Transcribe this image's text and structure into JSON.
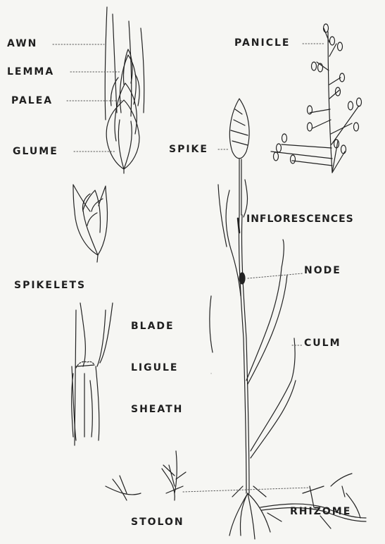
{
  "labels": {
    "awn": "AWN",
    "lemma": "LEMMA",
    "palea": "PALEA",
    "glume": "GLUME",
    "panicle": "PANICLE",
    "spike": "SPIKE",
    "inflorescences": "INFLORESCENCES",
    "spikelets": "SPIKELETS",
    "node": "NODE",
    "blade": "BLADE",
    "ligule": "LIGULE",
    "sheath": "SHEATH",
    "culm": "CULM",
    "stolon": "STOLON",
    "rhizome": "RHIZOME"
  },
  "colors": {
    "ink": "#1f1f1f",
    "paper": "#f6f6f3"
  }
}
